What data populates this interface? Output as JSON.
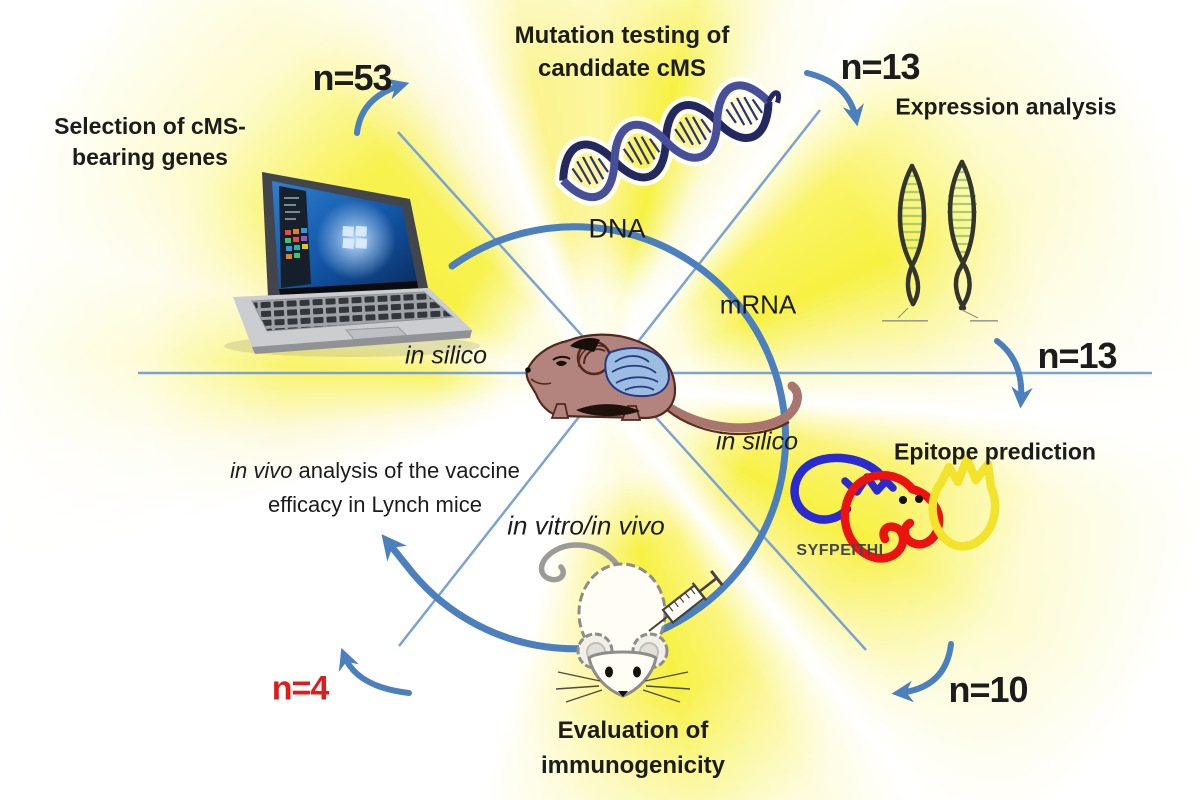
{
  "figure": {
    "type": "circular-workflow-diagram",
    "colors": {
      "arrow_blue": "#4b7fbe",
      "thin_line_blue": "#7aa3d4",
      "highlight_red": "#e01b1c",
      "ray_yellow": "#f7f142",
      "text_black": "#1c1c1c"
    },
    "stages": {
      "selection": {
        "line1": "Selection of cMS-",
        "line2": "bearing genes"
      },
      "mutation": {
        "line1": "Mutation testing of",
        "line2": "candidate cMS"
      },
      "expression": {
        "label": "Expression analysis"
      },
      "epitope": {
        "label": "Epitope prediction"
      },
      "evaluation": {
        "line1": "Evaluation of",
        "line2": "immunogenicity"
      },
      "efficacy": {
        "italic_prefix": "in vivo",
        "line1_rest": " analysis of the vaccine",
        "line2": "efficacy in Lynch mice"
      }
    },
    "counts": {
      "selection_to_mutation": "n=53",
      "mutation_to_expression": "n=13",
      "expression_to_epitope": "n=13",
      "epitope_to_evaluation": "n=10",
      "evaluation_to_efficacy": "n=4"
    },
    "ring_labels": {
      "dna": "DNA",
      "mrna": "mRNA",
      "in_silico_upper": "in silico",
      "in_silico_lower": "in silico",
      "in_vitro_in_vivo": "in vitro/in vivo"
    },
    "tool_label": "SYFPEITHI"
  }
}
